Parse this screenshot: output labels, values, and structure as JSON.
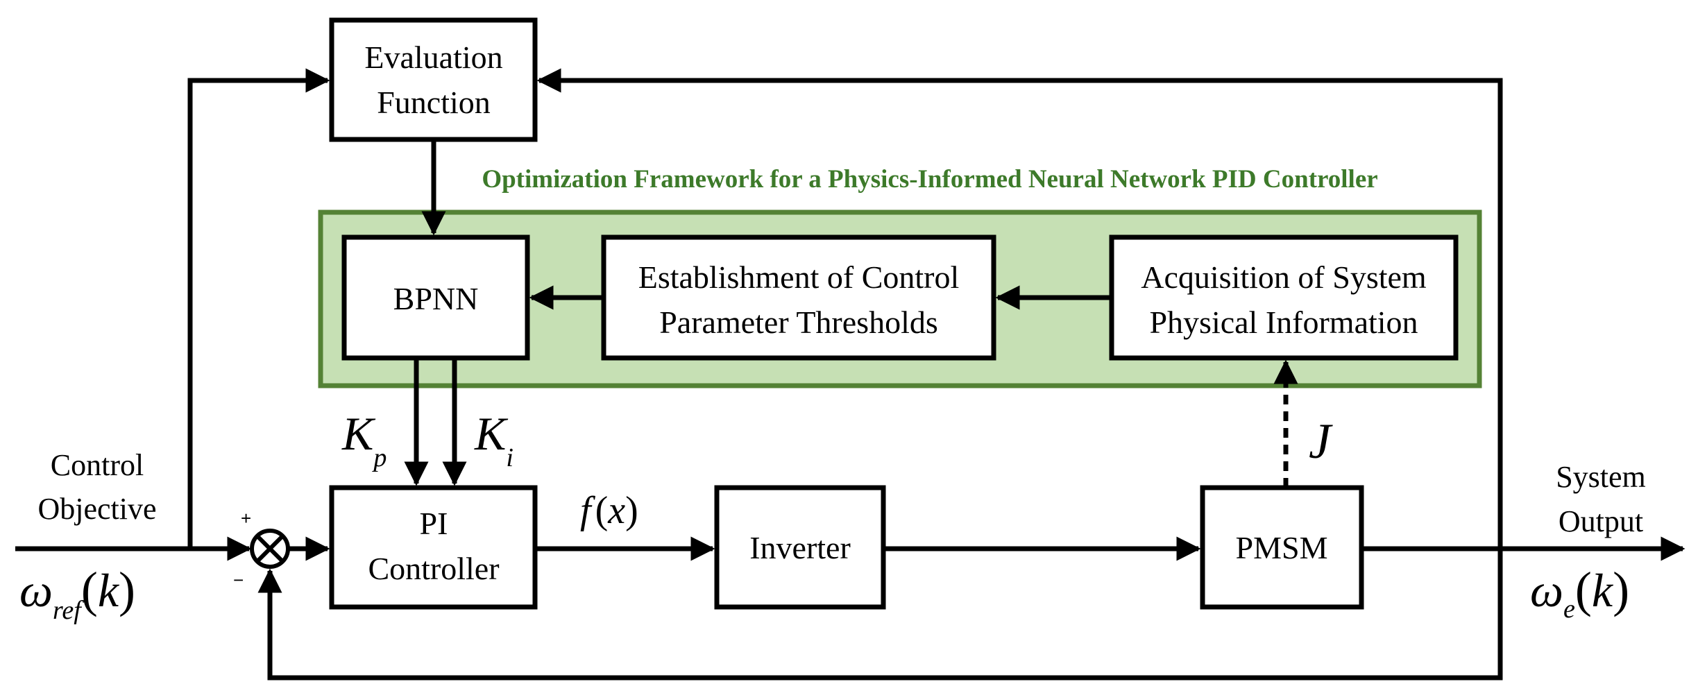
{
  "framework": {
    "title": "Optimization Framework for a Physics-Informed Neural Network PID Controller",
    "title_color": "#3d7a2a",
    "fill_color": "#c6e0b4",
    "border_color": "#548235"
  },
  "blocks": {
    "evaluation": [
      "Evaluation",
      "Function"
    ],
    "bpnn": "BPNN",
    "thresholds": [
      "Establishment of Control",
      "Parameter Thresholds"
    ],
    "acquisition": [
      "Acquisition of System",
      "Physical Information"
    ],
    "pi": [
      "PI",
      "Controller"
    ],
    "inverter": "Inverter",
    "pmsm": "PMSM"
  },
  "labels": {
    "input": [
      "Control",
      "Objective"
    ],
    "output": [
      "System",
      "Output"
    ],
    "plus": "+",
    "minus": "−"
  },
  "math": {
    "omega": "ω",
    "ref_sub": "ref",
    "e_sub": "e",
    "lparen": "(",
    "rparen": ")",
    "k": "k",
    "K": "K",
    "p_sub": "p",
    "i_sub": "i",
    "f": "f",
    "x": "x",
    "J": "J"
  }
}
